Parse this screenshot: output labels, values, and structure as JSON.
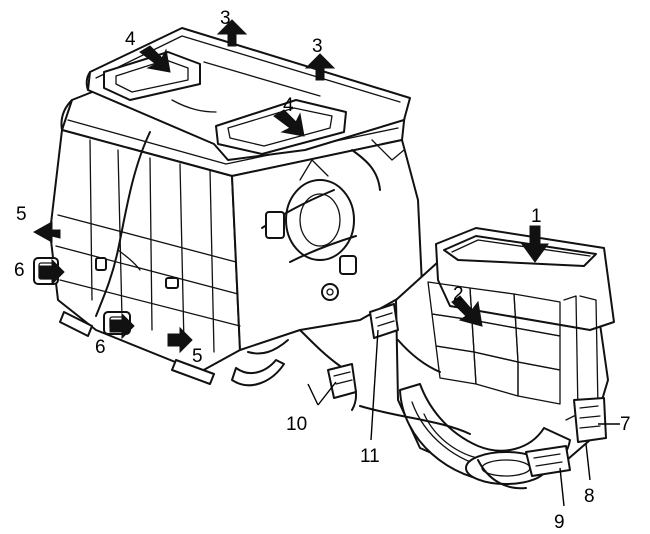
{
  "callouts": [
    {
      "id": "c3a",
      "text": "3"
    },
    {
      "id": "c3b",
      "text": "3"
    },
    {
      "id": "c4a",
      "text": "4"
    },
    {
      "id": "c4b",
      "text": "4"
    },
    {
      "id": "c1",
      "text": "1"
    },
    {
      "id": "c2",
      "text": "2"
    },
    {
      "id": "c5a",
      "text": "5"
    },
    {
      "id": "c6a",
      "text": "6"
    },
    {
      "id": "c6b",
      "text": "6"
    },
    {
      "id": "c5b",
      "text": "5"
    },
    {
      "id": "c10",
      "text": "10"
    },
    {
      "id": "c11",
      "text": "11"
    },
    {
      "id": "c7",
      "text": "7"
    },
    {
      "id": "c8",
      "text": "8"
    },
    {
      "id": "c9",
      "text": "9"
    }
  ]
}
